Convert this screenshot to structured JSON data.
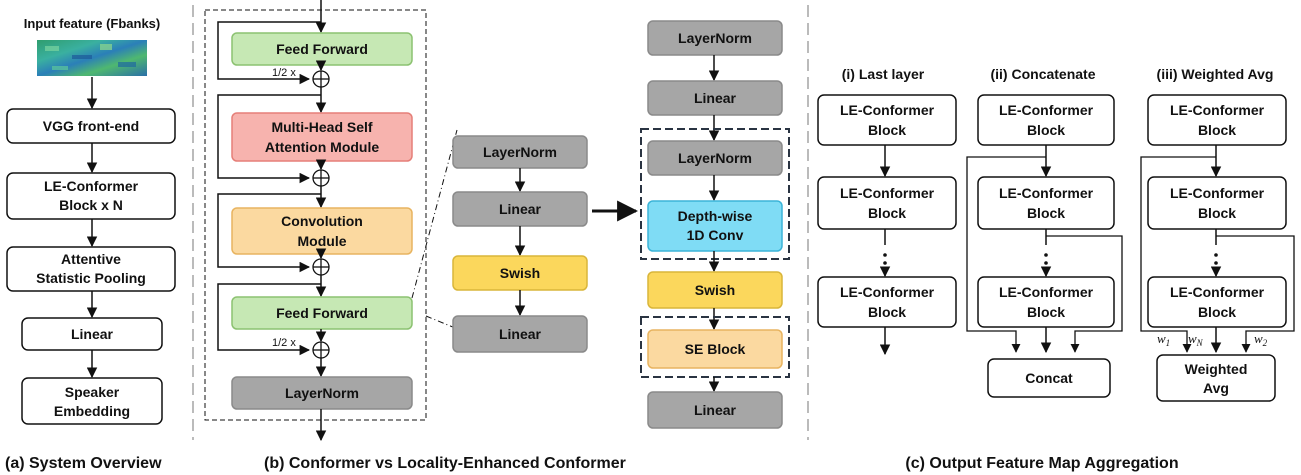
{
  "panel_a": {
    "input_label": "Input feature (Fbanks)",
    "blocks": [
      "VGG front-end",
      "LE-Conformer Block x N",
      "Attentive Statistic Pooling",
      "Linear",
      "Speaker Embedding"
    ],
    "caption": "(a) System Overview"
  },
  "panel_b": {
    "conformer": {
      "ff_top": "Feed Forward",
      "half_top": "1/2 x",
      "mhsa": "Multi-Head Self Attention Module",
      "conv": "Convolution Module",
      "ff_bottom": "Feed Forward",
      "half_bottom": "1/2 x",
      "layernorm": "LayerNorm"
    },
    "ffn_detail": [
      "LayerNorm",
      "Linear",
      "Swish",
      "Linear"
    ],
    "conv_detail": [
      "LayerNorm",
      "Linear",
      "LayerNorm",
      "Depth-wise 1D Conv",
      "Swish",
      "SE Block",
      "Linear"
    ],
    "caption": "(b) Conformer vs Locality-Enhanced Conformer"
  },
  "panel_c": {
    "columns": [
      {
        "title": "(i) Last layer",
        "blocks": [
          "LE-Conformer Block",
          "LE-Conformer Block",
          "LE-Conformer Block"
        ]
      },
      {
        "title": "(ii) Concatenate",
        "blocks": [
          "LE-Conformer Block",
          "LE-Conformer Block",
          "LE-Conformer Block"
        ],
        "output": "Concat"
      },
      {
        "title": "(iii) Weighted Avg",
        "blocks": [
          "LE-Conformer Block",
          "LE-Conformer Block",
          "LE-Conformer Block"
        ],
        "output": "Weighted Avg",
        "weights": [
          "w1",
          "wN",
          "w2"
        ]
      }
    ],
    "caption": "(c) Output Feature Map Aggregation"
  },
  "colors": {
    "green_fill": "#c6e8b4",
    "green_stroke": "#8cc271",
    "red_fill": "#f7b3ae",
    "red_stroke": "#e57f78",
    "orange_fill": "#fbd9a0",
    "orange_stroke": "#e8b460",
    "gray_fill": "#a6a6a6",
    "gray_stroke": "#8a8a8a",
    "yellow_fill": "#fbd75c",
    "yellow_stroke": "#d9b53a",
    "cyan_fill": "#7fdcf5",
    "cyan_stroke": "#3bb4d8"
  }
}
